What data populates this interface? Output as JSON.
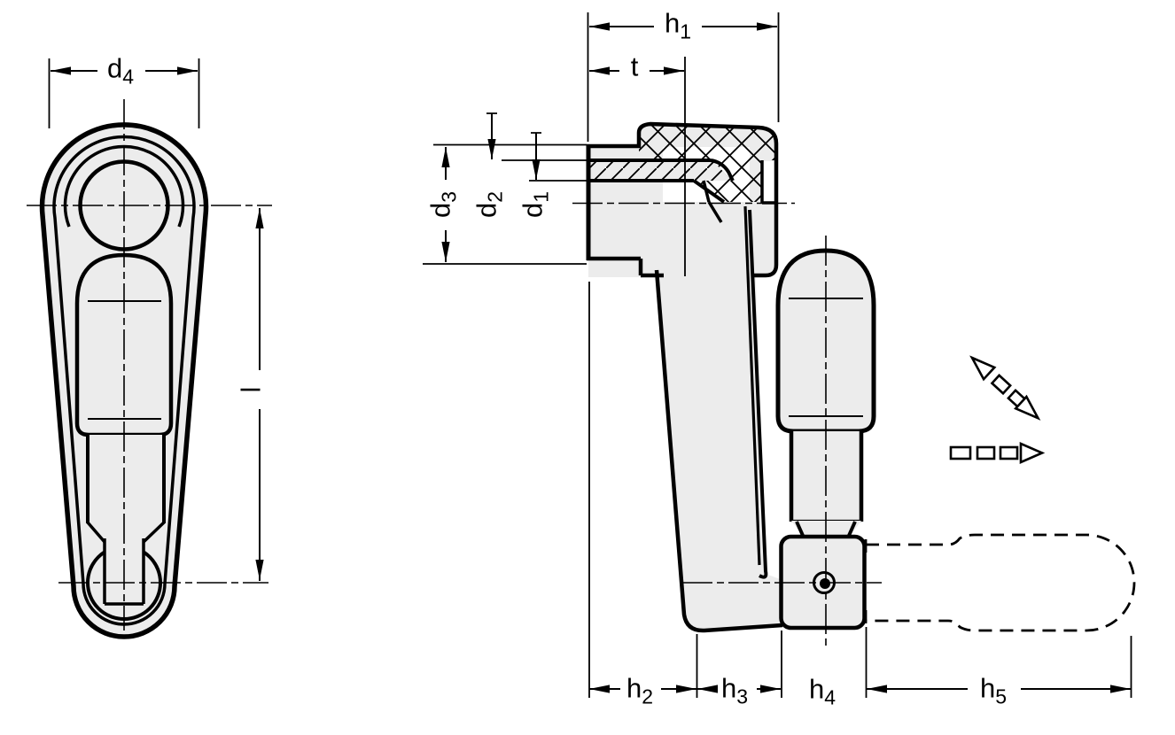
{
  "drawing": {
    "type": "technical-dimension-drawing",
    "subject": "folding crank handle, front view and sectioned side view",
    "colors": {
      "line": "#000000",
      "part_fill": "#ececec",
      "background": "#ffffff"
    },
    "views": {
      "front": "front-view",
      "side": "side-view-section"
    },
    "symbols": {
      "fold_arrow": "fold-direction-arrow-diagonal",
      "swing_arrow": "swing-direction-arrow-horizontal"
    },
    "labels": {
      "d4": {
        "base": "d",
        "sub": "4"
      },
      "l": {
        "base": "l",
        "sub": ""
      },
      "h1": {
        "base": "h",
        "sub": "1"
      },
      "t": {
        "base": "t",
        "sub": ""
      },
      "d3": {
        "base": "d",
        "sub": "3"
      },
      "d2": {
        "base": "d",
        "sub": "2"
      },
      "d1": {
        "base": "d",
        "sub": "1"
      },
      "h2": {
        "base": "h",
        "sub": "2"
      },
      "h3": {
        "base": "h",
        "sub": "3"
      },
      "h4": {
        "base": "h",
        "sub": "4"
      },
      "h5": {
        "base": "h",
        "sub": "5"
      }
    }
  }
}
